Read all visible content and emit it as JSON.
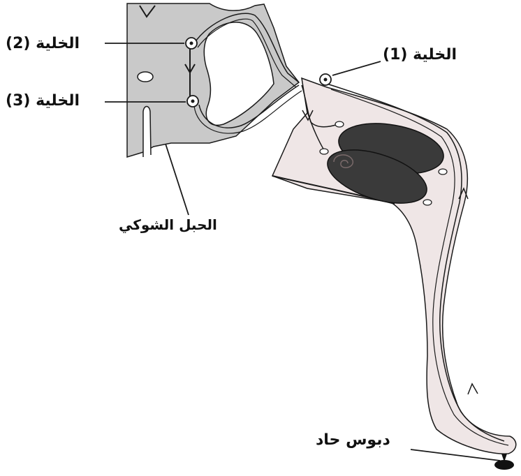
{
  "labels": {
    "cell_1": "الخلية (1)",
    "cell_2": "الخلية (2)",
    "cell_3": "الخلية (3)",
    "spinal_cord": "الحبل الشوكي",
    "sharp_pin": "دبوس حاد"
  },
  "colors": {
    "spinal_cord_fill": "#c9c9c9",
    "leg_fill": "#efe6e6",
    "muscle_fill": "#3a3a3a",
    "line": "#1a1a1a"
  }
}
